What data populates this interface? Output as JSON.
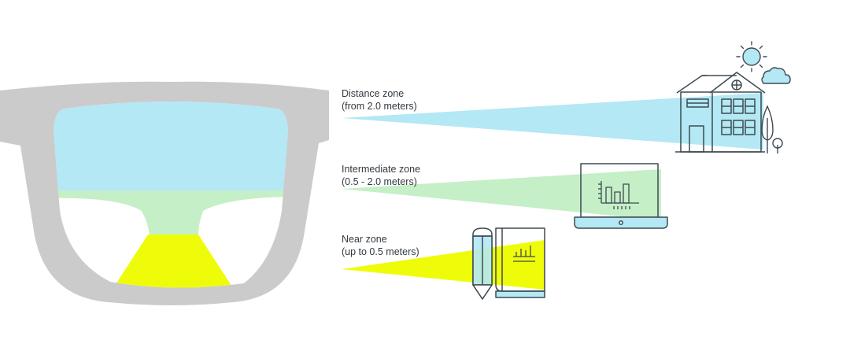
{
  "zones": [
    {
      "name": "Distance zone",
      "range": "(from 2.0 meters)",
      "color": "#b3e8f4"
    },
    {
      "name": "Intermediate zone",
      "range": "(0.5 - 2.0 meters)",
      "color": "#c5efc6"
    },
    {
      "name": "Near zone",
      "range": "(up to 0.5 meters)",
      "color": "#eefc0a"
    }
  ],
  "colors": {
    "frame": "#cbcbcb",
    "line": "#3d4a52",
    "sun_fill": "#b3e8f4",
    "cloud_fill": "#b3e8f4"
  },
  "icons": [
    "glasses-lens-icon",
    "house-icon",
    "sun-icon",
    "cloud-icon",
    "tree-icon",
    "laptop-icon",
    "book-icon",
    "pencil-icon"
  ]
}
